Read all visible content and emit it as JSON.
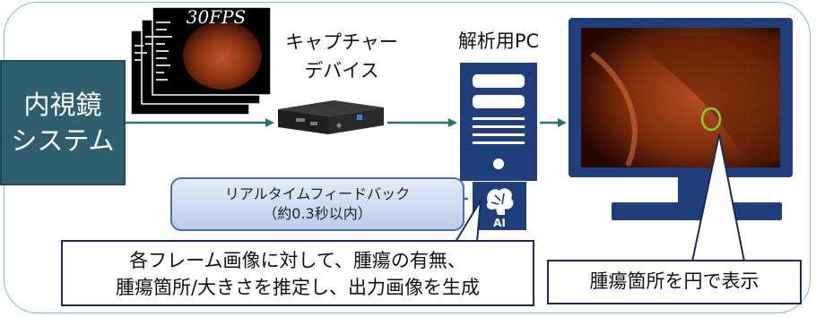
{
  "endoscope": {
    "line1": "内視",
    "line2": "鏡",
    "line3": "システム"
  },
  "frames": {
    "fps": "30FPS"
  },
  "capture": {
    "line1": "キャプチャー",
    "line2": "デバイス"
  },
  "pc": {
    "label": "解析用PC"
  },
  "ai_badge": {
    "text": "AI"
  },
  "feedback": {
    "line1": "リアルタイムフィードバック",
    "line2": "（約0.3秒以内）"
  },
  "process": {
    "line1": "各フレーム画像に対して、腫瘍の有無、",
    "line2": "腫瘍箇所/大きさを推定し、出力画像を生成"
  },
  "result": {
    "text": "腫瘍箇所を円で表示"
  },
  "colors": {
    "system_box": "#2f5f6f",
    "arrow": "#2f6f73",
    "monitor": "#1f3f7a",
    "callout_border": "#1b2b55",
    "feedback_border": "#4a6fb0",
    "circle": "#7ed321"
  }
}
